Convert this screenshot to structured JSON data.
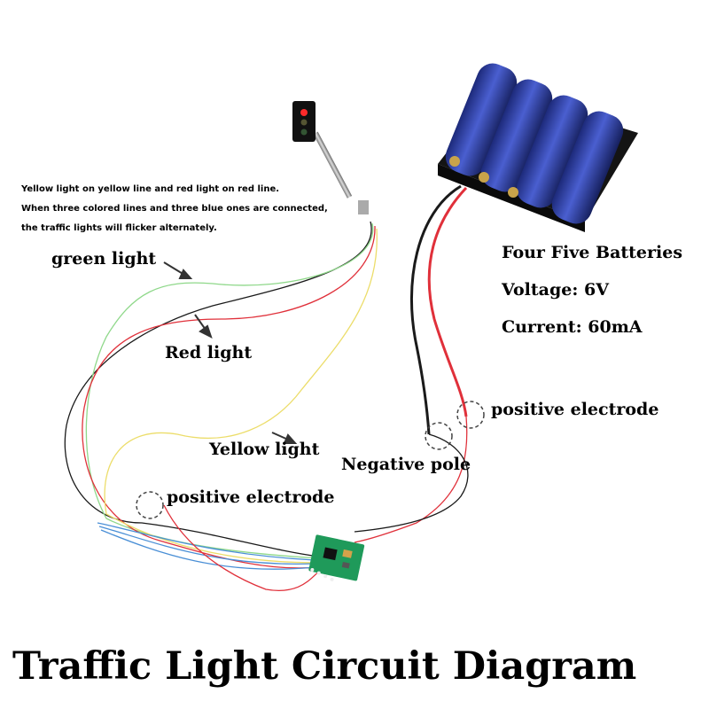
{
  "notes": {
    "line1": "Yellow light on yellow line and red light on red line.",
    "line2": "When three colored lines and three blue ones are connected,",
    "line3": "the traffic lights will flicker alternately."
  },
  "labels": {
    "green_light": "green light",
    "red_light": "Red light",
    "yellow_light": "Yellow light",
    "positive_electrode_left": "positive electrode",
    "positive_electrode_right": "positive electrode",
    "negative_pole": "Negative pole"
  },
  "battery_specs": {
    "name": "Four Five Batteries",
    "voltage": "Voltage: 6V",
    "current": "Current: 60mA"
  },
  "title": "Traffic Light Circuit Diagram",
  "colors": {
    "wire_red": "#e0303a",
    "wire_black": "#1a1a1a",
    "wire_green": "#8fd88a",
    "wire_yellow": "#ecdd6a",
    "wire_blue": "#4a8fd6",
    "pcb_green": "#1f9a5a",
    "battery_blue": "#2c3e9e"
  }
}
